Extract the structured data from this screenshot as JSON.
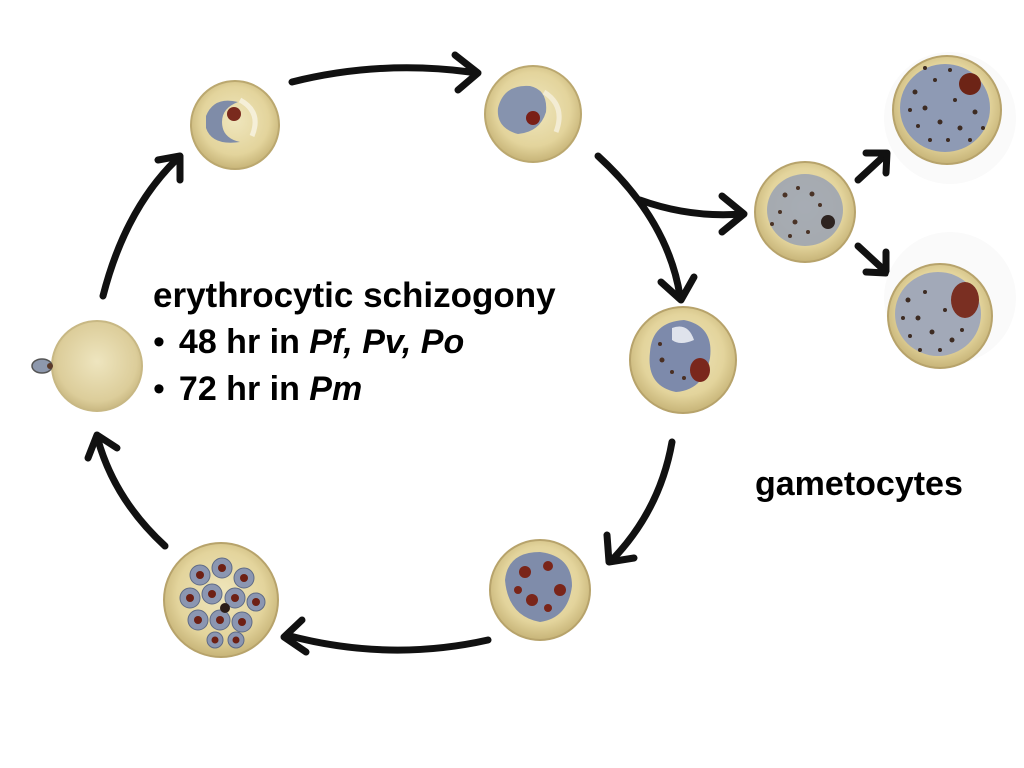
{
  "diagram": {
    "title": "erythrocytic schizogony",
    "bullets": [
      {
        "bullet": "•",
        "prefix": "48 hr in",
        "species": "Pf, Pv, Po"
      },
      {
        "bullet": "•",
        "prefix": "72 hr in",
        "species": "Pm"
      }
    ],
    "gametocytes_label": "gametocytes",
    "stages": [
      {
        "name": "merozoite-attaching-cell"
      },
      {
        "name": "ring-stage-cell"
      },
      {
        "name": "young-trophozoite-cell"
      },
      {
        "name": "mature-trophozoite-cell"
      },
      {
        "name": "early-schizont-cell"
      },
      {
        "name": "mature-schizont-cell"
      },
      {
        "name": "developing-gametocyte-cell"
      },
      {
        "name": "macrogametocyte-cell"
      },
      {
        "name": "microgametocyte-cell"
      }
    ]
  },
  "colors": {
    "cell_fill": "#e6d9a4",
    "cell_rim": "#c9b679",
    "parasite_blue": "#8a97b2",
    "chromatin_red": "#8a2c1e",
    "pigment": "#4a3326",
    "arrow": "#111111",
    "text": "#000000"
  }
}
